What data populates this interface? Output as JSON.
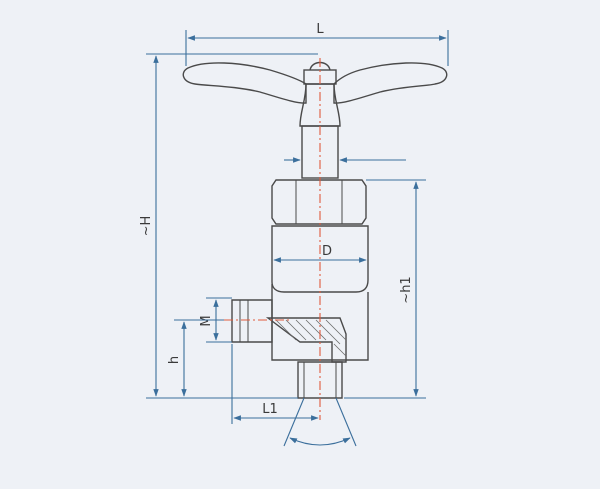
{
  "labels": {
    "L": "L",
    "H": "~H",
    "D": "D",
    "h1": "~h1",
    "M": "M",
    "h": "h",
    "L1": "L1"
  },
  "colors": {
    "background": "#eef1f6",
    "outline": "#4a4a4a",
    "dimension": "#3b6f9c",
    "centerline": "#e05a3c"
  }
}
